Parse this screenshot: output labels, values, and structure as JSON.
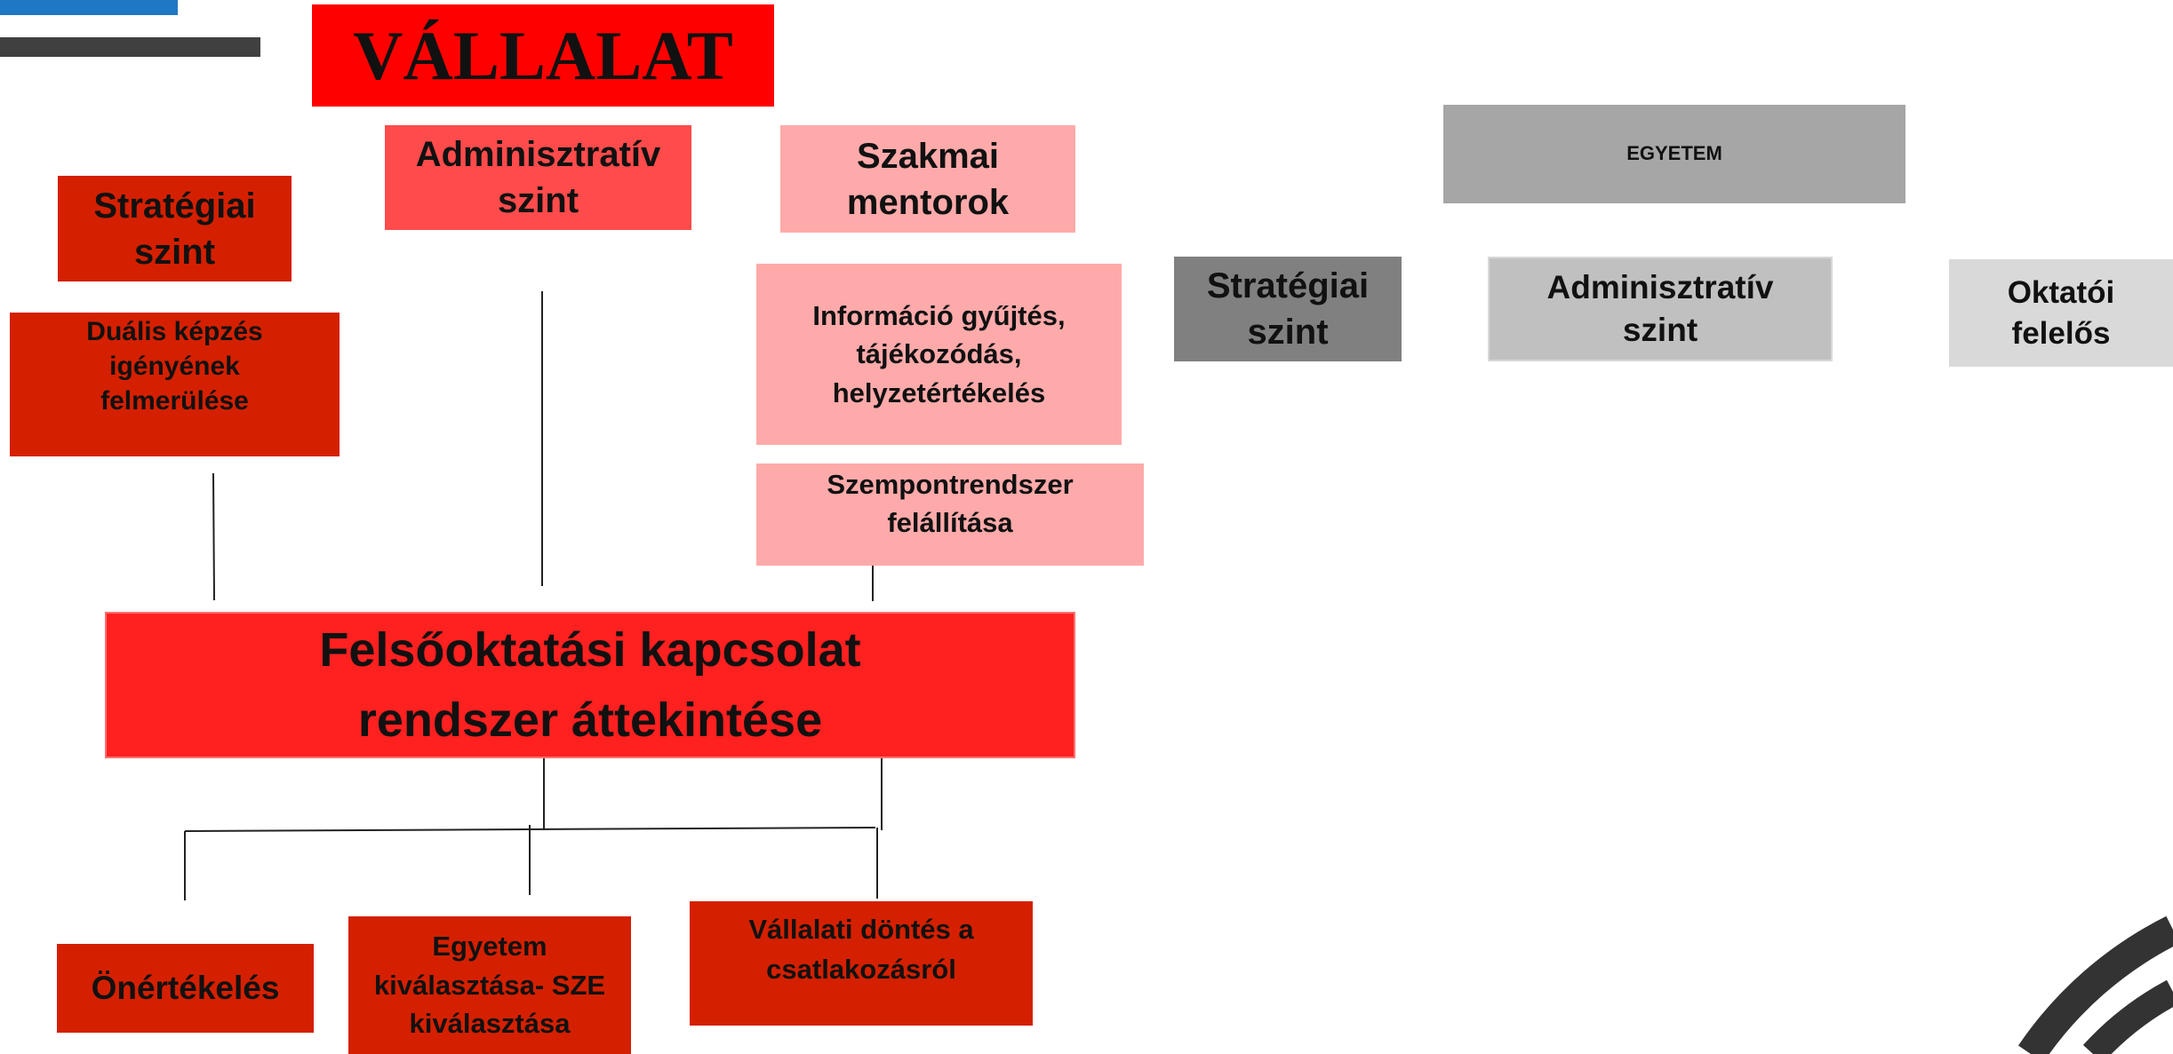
{
  "company": {
    "title": "VÁLLALAT",
    "administrative_level": "Adminisztratív szint",
    "professional_mentors": "Szakmai mentorok",
    "strategic_level": "Stratégiai szint",
    "dual_training_need": "Duális képzés igényének felmerülése",
    "info_gathering": "Információ gyűjtés, tájékozódás, helyzetértékelés",
    "criteria_system": "Szempontrendszer felállítása",
    "overview": "Felsőoktatási kapcsolat rendszer áttekintése",
    "self_assessment": "Önértékelés",
    "university_selection": "Egyetem kiválasztása- SZE kiválasztása",
    "company_decision": "Vállalati döntés a csatlakozásról"
  },
  "university": {
    "title": "EGYETEM",
    "strategic_level": "Stratégiai szint",
    "administrative_level": "Adminisztratív szint",
    "teaching_responsible": "Oktatói felelős"
  },
  "colors": {
    "company_header": "#ff0000",
    "administrative": "#ff4b4b",
    "mentors": "#ffaaaa",
    "dark_red": "#d42000",
    "overview": "#ff2020",
    "univ_header": "#a6a6a6",
    "univ_strategic": "#808080",
    "univ_admin": "#c0c0c0",
    "univ_teacher": "#d9d9d9"
  }
}
